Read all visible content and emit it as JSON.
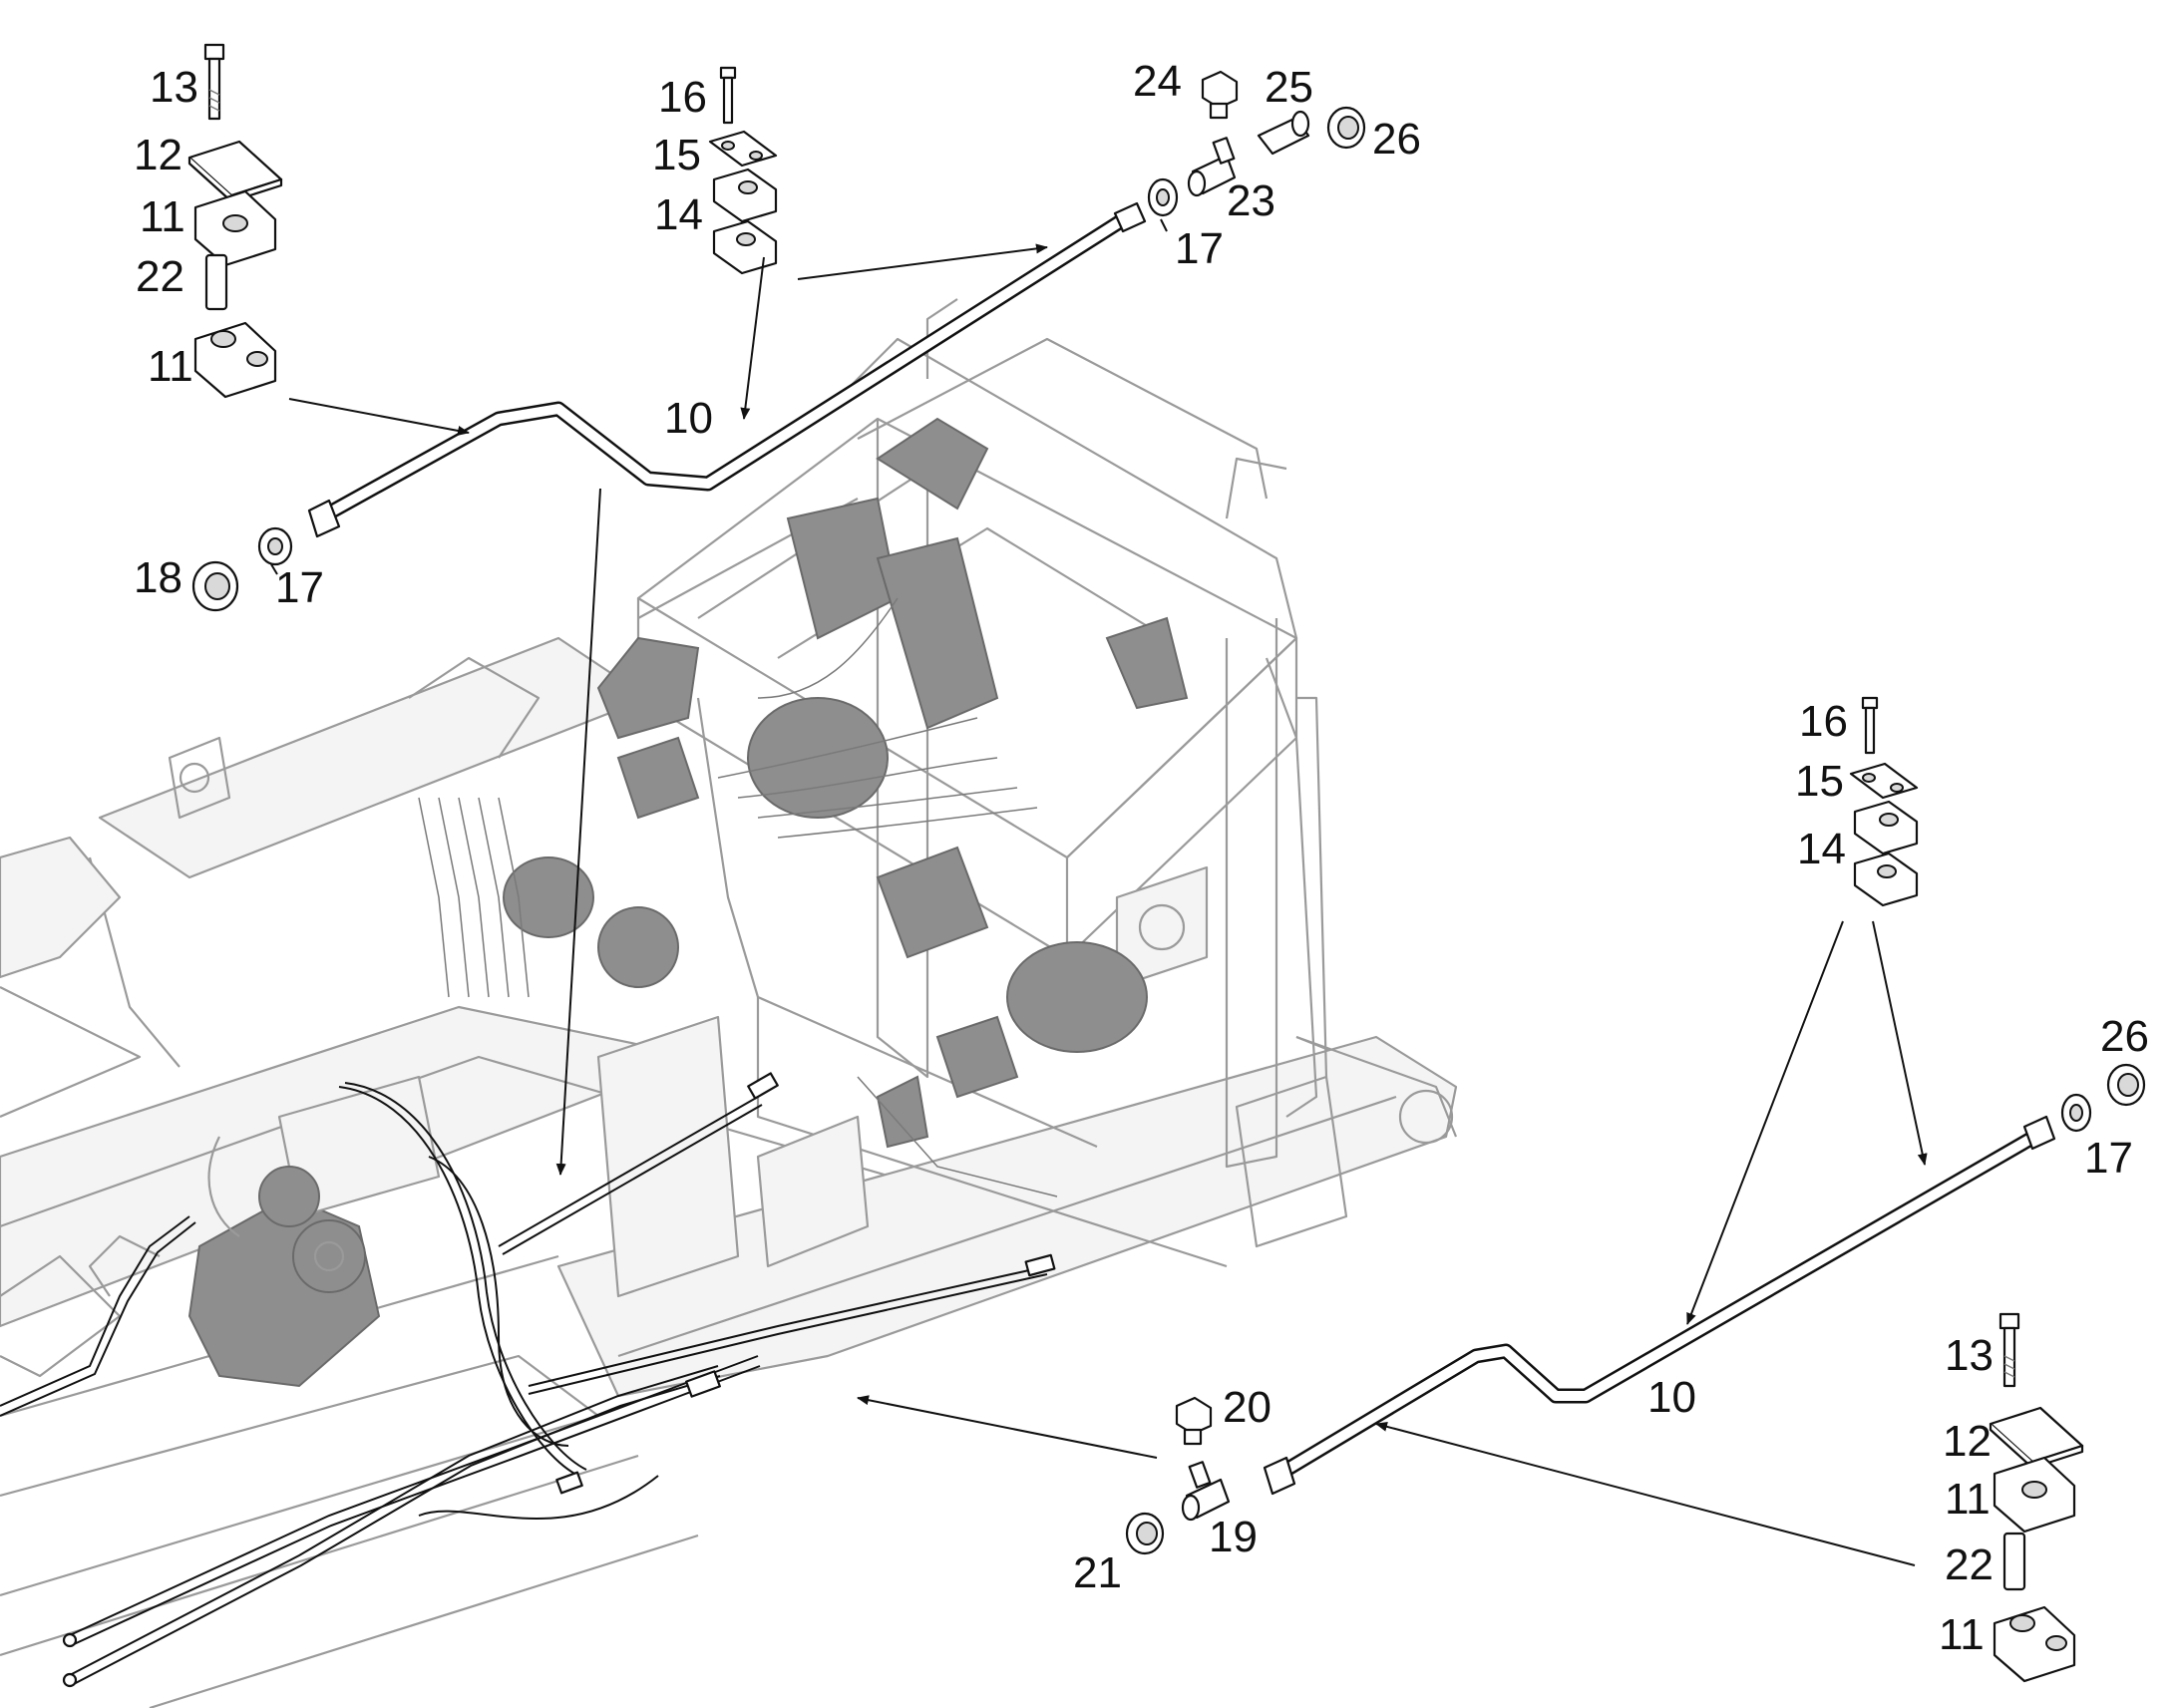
{
  "callouts": {
    "c10_top": "10",
    "c10_bottom": "10",
    "c11_tl_upper": "11",
    "c11_tl_lower": "11",
    "c11_br_upper": "11",
    "c11_br_lower": "11",
    "c12_tl": "12",
    "c12_br": "12",
    "c13_tl": "13",
    "c13_br": "13",
    "c14_top": "14",
    "c14_right": "14",
    "c15_top": "15",
    "c15_right": "15",
    "c16_top": "16",
    "c16_right": "16",
    "c17_top": "17",
    "c17_left": "17",
    "c17_right": "17",
    "c18": "18",
    "c19": "19",
    "c20": "20",
    "c21": "21",
    "c22_tl": "22",
    "c22_br": "22",
    "c23": "23",
    "c24": "24",
    "c25": "25",
    "c26_top": "26",
    "c26_right": "26"
  }
}
